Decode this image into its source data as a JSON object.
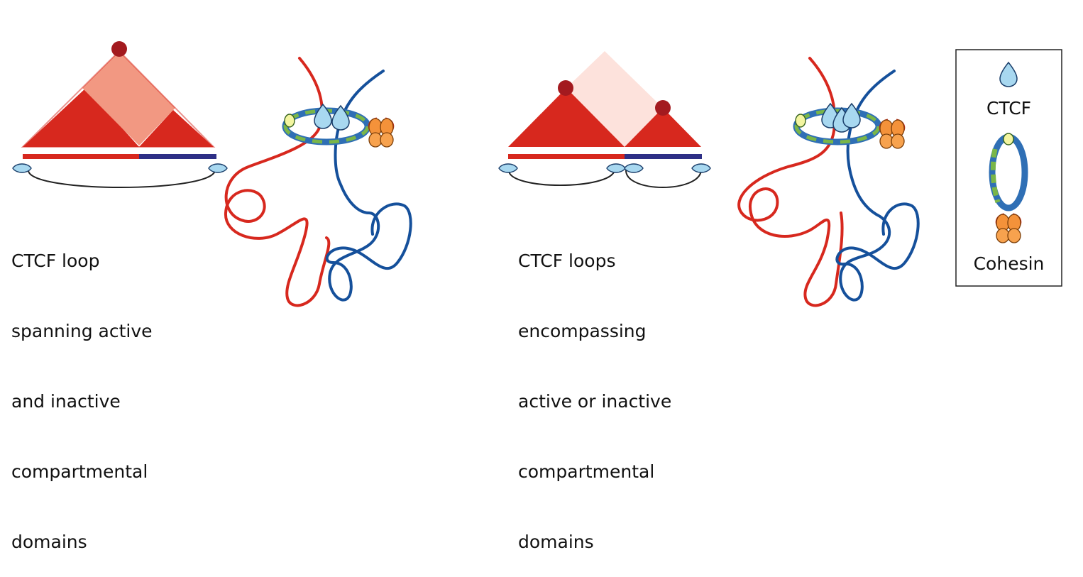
{
  "panel_left": {
    "caption_lines": [
      "CTCF loop",
      "spanning active",
      "and inactive",
      "compartmental",
      "domains"
    ]
  },
  "panel_right": {
    "caption_lines": [
      "CTCF loops",
      "encompassing",
      "active or inactive",
      "compartmental",
      "domains"
    ]
  },
  "legend": {
    "ctcf_label": "CTCF",
    "cohesin_label": "Cohesin"
  },
  "colors": {
    "active_red": "#d7281e",
    "anchor_dot": "#a31a1f",
    "loop_overlay": "#f29882",
    "loop_overlay_faint": "#fde2dc",
    "inactive_blue": "#2e2f86",
    "chromatin_blue": "#15509b",
    "ctcf_fill": "#a8d8f0",
    "cohesin_green": "#7ab648",
    "cohesin_blue": "#2f6fb5",
    "cohesin_orange": "#f4923a"
  }
}
